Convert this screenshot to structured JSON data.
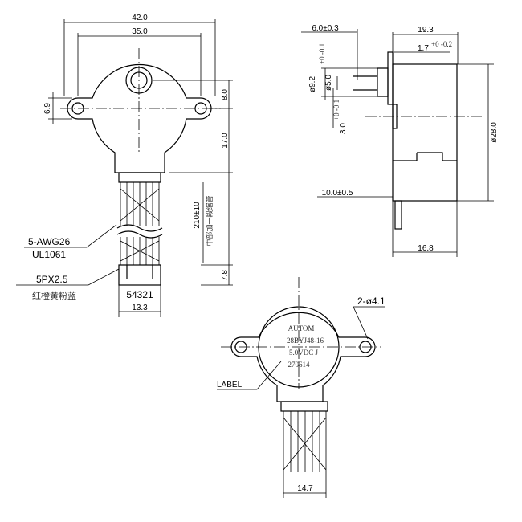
{
  "front_view": {
    "dim_overall_width": "42.0",
    "dim_hole_spacing": "35.0",
    "dim_ear_height": "6.9",
    "dim_shaft_offset": "8.0",
    "dim_center_to_bottom": "17.0",
    "dim_lead_length": "210±10",
    "lead_note": "中部加一段缩管",
    "dim_connector_height": "7.8",
    "dim_connector_width": "13.3",
    "wire_spec": "5-AWG26",
    "wire_standard": "UL1061",
    "connector_spec": "5PX2.5",
    "wire_colors": "红橙黄粉蓝",
    "pin_numbers": "54321"
  },
  "side_view": {
    "dim_shaft_length": "6.0±0.3",
    "dim_body_depth": "19.3",
    "dim_flange": "1.7",
    "dim_flange_tol": "+0 -0.2",
    "dim_boss_dia": "ø9.2",
    "dim_shaft_dia": "ø5.0",
    "dim_shaft_tol": "+0 -0.1",
    "dim_flat": "3.0",
    "dim_flat_tol": "+0 -0.1",
    "dim_body_dia": "ø28.0",
    "dim_lead_offset": "10.0±0.5",
    "dim_base_depth": "16.8"
  },
  "back_view": {
    "dim_holes": "2-ø4.1",
    "label_callout": "LABEL",
    "label_line1": "AUTOM",
    "label_line2": "28BYJ48-16",
    "label_line3": "5.0VDC J",
    "label_line4": "270614",
    "dim_cable_width": "14.7"
  }
}
